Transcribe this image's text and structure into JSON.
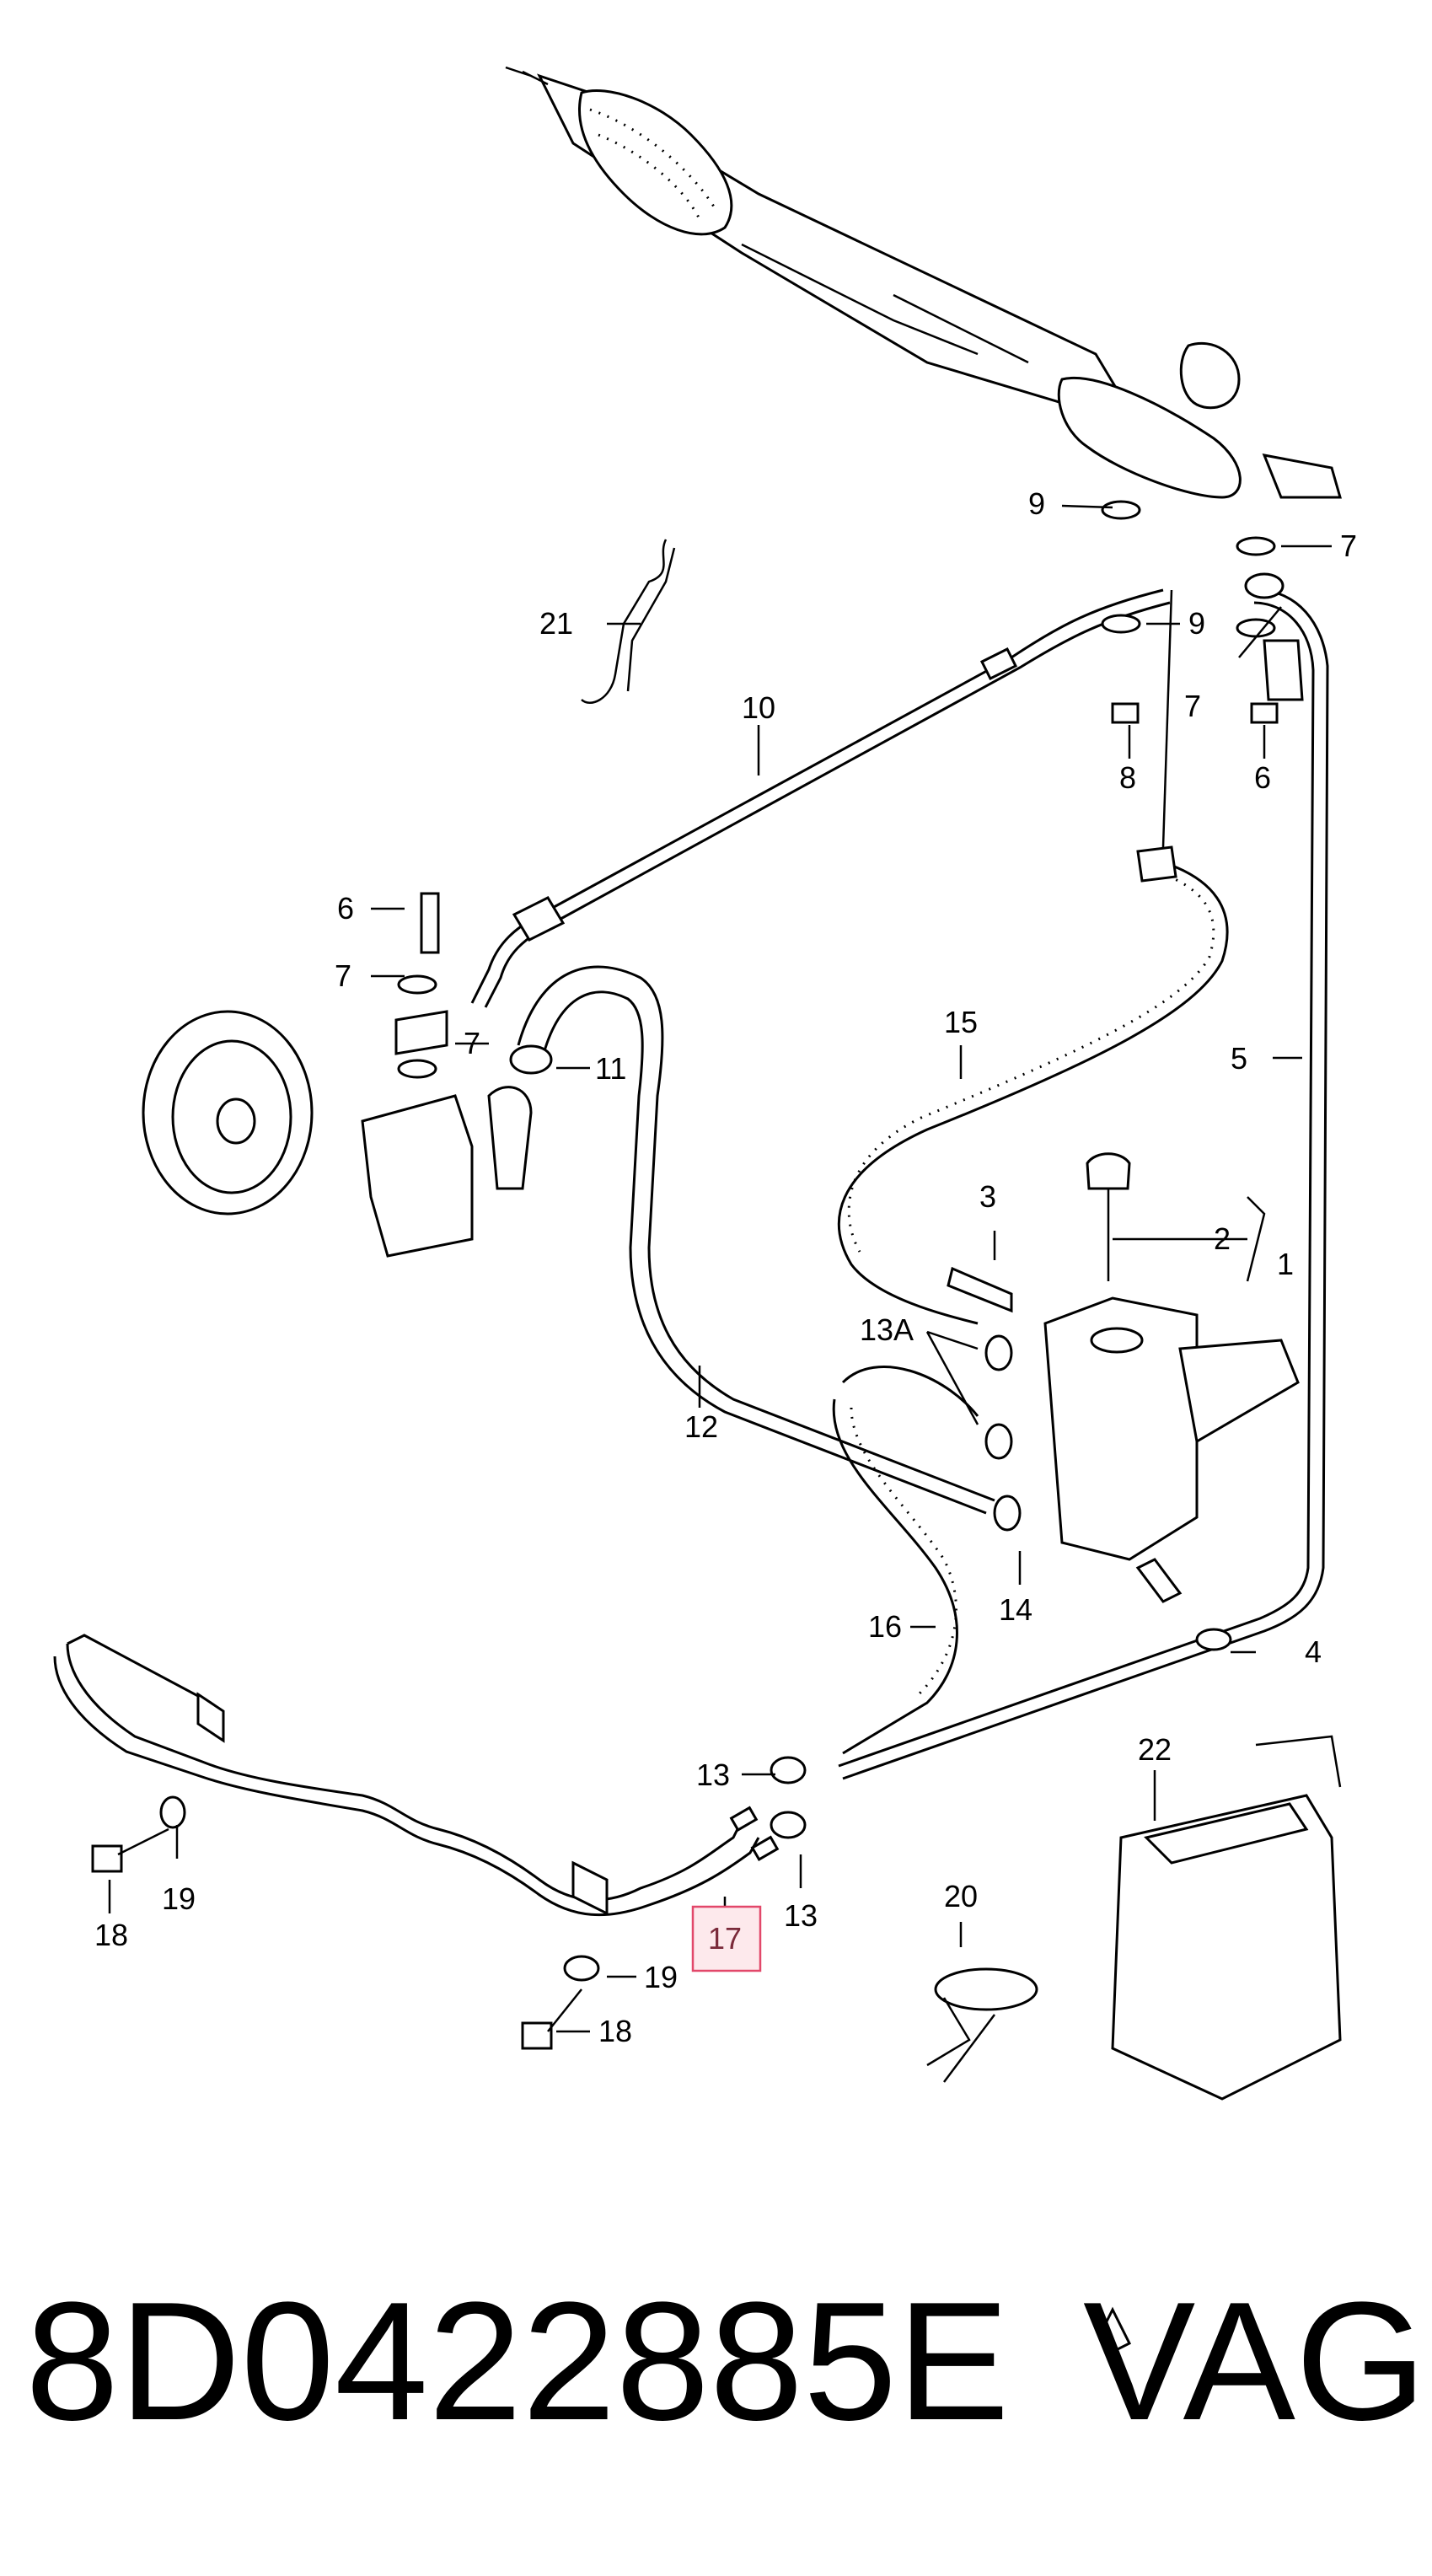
{
  "diagram": {
    "callouts": {
      "c1": "1",
      "c2": "2",
      "c3": "3",
      "c4": "4",
      "c5": "5",
      "c6a": "6",
      "c6b": "6",
      "c7a": "7",
      "c7b": "7",
      "c7c": "7",
      "c7d": "7",
      "c8": "8",
      "c9a": "9",
      "c9b": "9",
      "c10": "10",
      "c11": "11",
      "c12": "12",
      "c13a": "13A",
      "c13b": "13",
      "c13c": "13",
      "c14": "14",
      "c15": "15",
      "c16": "16",
      "c17": "17",
      "c18a": "18",
      "c18b": "18",
      "c19a": "19",
      "c19b": "19",
      "c20": "20",
      "c21": "21",
      "c22": "22"
    },
    "highlight_color": "#e2486a"
  },
  "footer": {
    "part_number": "8D0422885E",
    "brand": "VAG"
  }
}
